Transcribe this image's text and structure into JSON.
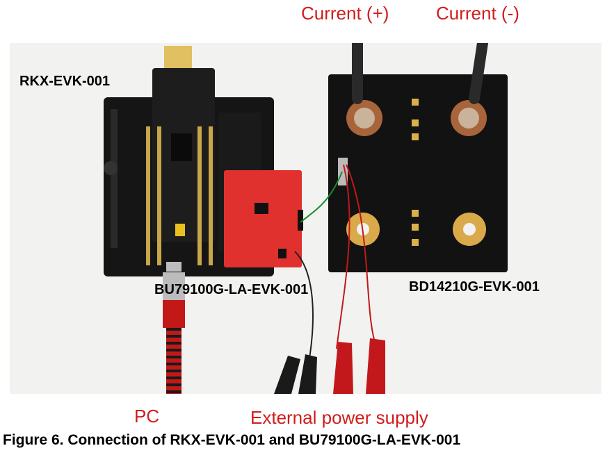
{
  "labels": {
    "current_plus": "Current (+)",
    "current_minus": "Current (-)",
    "rkx_board": "RKX-EVK-001",
    "bu_board": "BU79100G-LA-EVK-001",
    "bd_board": "BD14210G-EVK-001",
    "pc": "PC",
    "external_supply": "External power supply"
  },
  "caption": "Figure 6. Connection of RKX-EVK-001 and BU79100G-LA-EVK-001",
  "colors": {
    "label_red": "#d01c1c",
    "photo_background": "#f2f2f0",
    "board_black": "#151515",
    "board_red": "#e0312f"
  }
}
